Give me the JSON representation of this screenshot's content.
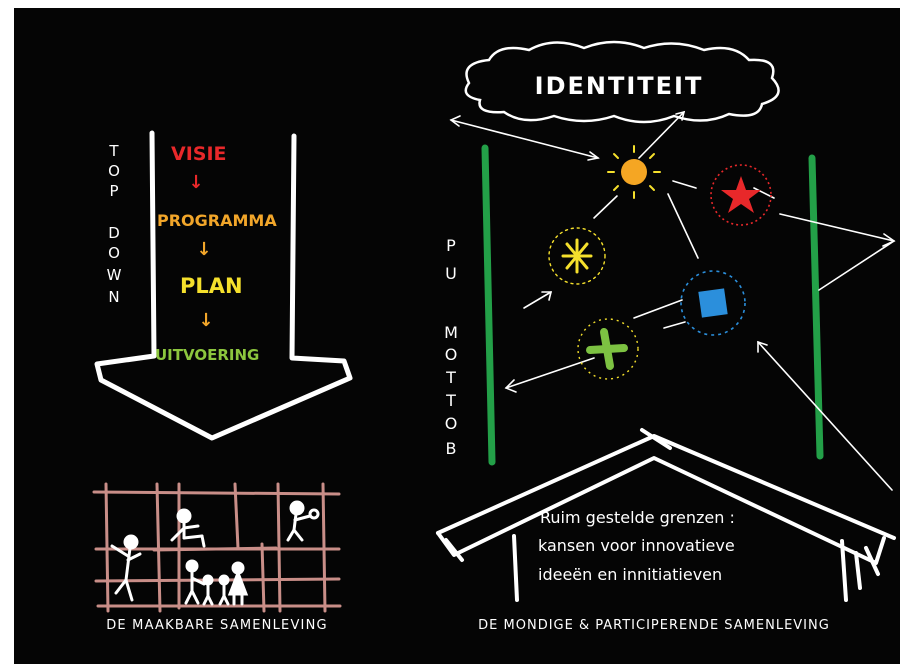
{
  "left": {
    "vertical_text": [
      "T",
      "O",
      "P",
      "",
      "D",
      "O",
      "W",
      "N"
    ],
    "steps": [
      {
        "label": "VISIE",
        "color": "#e8282a"
      },
      {
        "label": "PROGRAMMA",
        "color": "#f2a62a"
      },
      {
        "label": "PLAN",
        "color": "#f5e02c"
      },
      {
        "label": "UITVOERING",
        "color": "#8cc63e"
      }
    ],
    "step_arrow": "↓",
    "bottom_caption": "DE MAAKBARE SAMENLEVING"
  },
  "right": {
    "cloud_title": "IDENTITEIT",
    "vertical_text": [
      "P",
      "U",
      "",
      "M",
      "O",
      "T",
      "T",
      "O",
      "B"
    ],
    "roof_text": [
      "Ruim gestelde grenzen :",
      "kansen voor innovatieve",
      "ideeën en innitiatieven"
    ],
    "bottom_caption": "DE MONDIGE & PARTICIPERENDE SAMENLEVING"
  },
  "colors": {
    "background": "#050505",
    "chalk": "#ffffff",
    "green": "#23a048",
    "sun": "#f5a623",
    "star": "#e8282a",
    "spark": "#f5e02c",
    "square": "#2b8fdc",
    "cross": "#7dc242",
    "grid": "#c98e88"
  }
}
